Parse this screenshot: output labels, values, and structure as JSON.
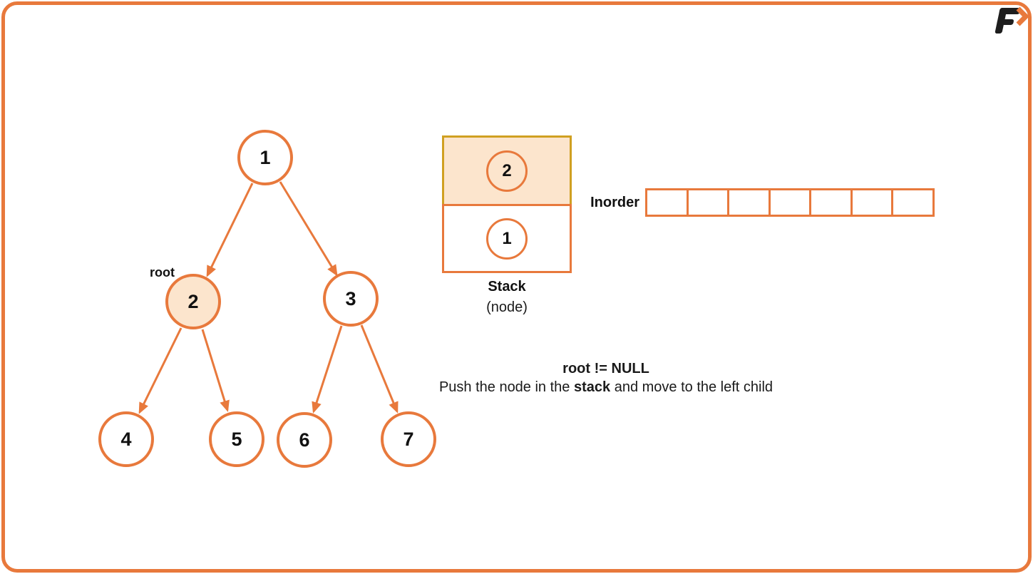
{
  "logo": {
    "letter": "F",
    "arrow": ">"
  },
  "tree": {
    "root_pointer_label": "root",
    "nodes": [
      {
        "value": "1",
        "highlighted": false
      },
      {
        "value": "2",
        "highlighted": true
      },
      {
        "value": "3",
        "highlighted": false
      },
      {
        "value": "4",
        "highlighted": false
      },
      {
        "value": "5",
        "highlighted": false
      },
      {
        "value": "6",
        "highlighted": false
      },
      {
        "value": "7",
        "highlighted": false
      }
    ],
    "edges": [
      [
        "1",
        "2"
      ],
      [
        "1",
        "3"
      ],
      [
        "2",
        "4"
      ],
      [
        "2",
        "5"
      ],
      [
        "3",
        "6"
      ],
      [
        "3",
        "7"
      ]
    ]
  },
  "stack": {
    "label": "Stack",
    "sublabel": "(node)",
    "items": [
      {
        "value": "2",
        "highlighted": true
      },
      {
        "value": "1",
        "highlighted": false
      }
    ]
  },
  "inorder": {
    "label": "Inorder",
    "cells": [
      "",
      "",
      "",
      "",
      "",
      "",
      ""
    ]
  },
  "caption": {
    "condition": "root != NULL",
    "action_parts": [
      "Push the node in the ",
      "stack",
      " and move to the left child"
    ]
  },
  "colors": {
    "orange": "#E8793C",
    "highlight_fill": "#FCE5CD",
    "gold_border": "#D0A021",
    "text": "#111111"
  }
}
